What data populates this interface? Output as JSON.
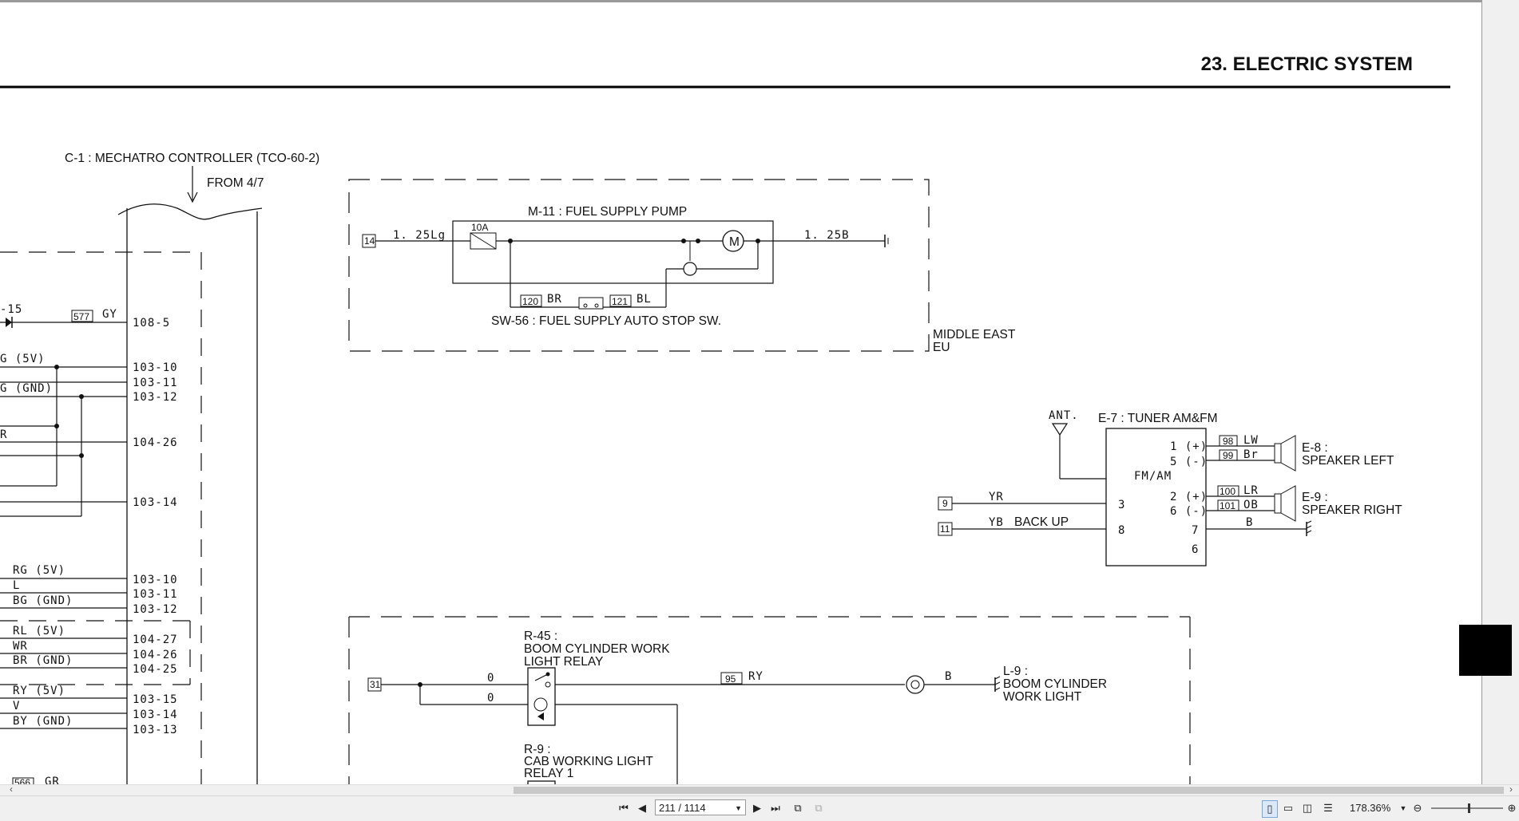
{
  "header": {
    "title": "23. ELECTRIC SYSTEM"
  },
  "diagram": {
    "controller": {
      "title": "C-1 : MECHATRO CONTROLLER (TCO-60-2)",
      "from": "FROM 4/7"
    },
    "left_wires": [
      {
        "code": "-15",
        "mid_box": "577",
        "mid_label": "GY",
        "terminal": "108-5"
      },
      {
        "label": "G (5V)",
        "terminal": "103-10"
      },
      {
        "label": "",
        "terminal": "103-11"
      },
      {
        "label": "G (GND)",
        "terminal": "103-12"
      },
      {
        "label": "R",
        "terminal": "104-26"
      },
      {
        "label": "",
        "terminal": "103-14"
      },
      {
        "label": "RG (5V)",
        "terminal": "103-10"
      },
      {
        "label": "L",
        "terminal": "103-11"
      },
      {
        "label": "BG (GND)",
        "terminal": "103-12"
      },
      {
        "label": "RL (5V)",
        "terminal": "104-27"
      },
      {
        "label": "WR",
        "terminal": "104-26"
      },
      {
        "label": "BR (GND)",
        "terminal": "104-25"
      },
      {
        "label": "RY (5V)",
        "terminal": "103-15"
      },
      {
        "label": "V",
        "terminal": "103-14"
      },
      {
        "label": "BY (GND)",
        "terminal": "103-13"
      },
      {
        "box": "566",
        "label": "GR"
      }
    ],
    "fuel": {
      "pump": "M-11 : FUEL SUPPLY PUMP",
      "in_box": "14",
      "in_wire": "1. 25Lg",
      "fuse": "10A",
      "motor": "M",
      "out_wire": "1. 25B",
      "box_120": "120",
      "label_br": "BR",
      "box_121": "121",
      "label_bl": "BL",
      "switch": "SW-56 : FUEL SUPPLY AUTO STOP SW.",
      "region1": "MIDDLE EAST",
      "region2": "EU"
    },
    "tuner": {
      "ant": "ANT.",
      "title": "E-7 : TUNER AM&FM",
      "fmam": "FM/AM",
      "pin1": "1 (+)",
      "pin5": "5 (-)",
      "pin2": "2 (+)",
      "pin6a": "6 (-)",
      "pin3": "3",
      "pin8": "8",
      "pin7": "7",
      "pin6b": "6",
      "w98": "98",
      "lw": "LW",
      "w99": "99",
      "br": "Br",
      "w100": "100",
      "lr": "LR",
      "w101": "101",
      "ob": "OB",
      "b": "B",
      "in9": "9",
      "yr": "YR",
      "in11": "11",
      "yb": "YB",
      "backup": "BACK UP",
      "spk_left_id": "E-8 :",
      "spk_left": "SPEAKER LEFT",
      "spk_right_id": "E-9 :",
      "spk_right": "SPEAKER RIGHT"
    },
    "boom": {
      "in_box": "31",
      "zero1": "0",
      "zero2": "0",
      "relay_id": "R-45 :",
      "relay_l1": "BOOM CYLINDER WORK",
      "relay_l2": "LIGHT RELAY",
      "w95": "95",
      "ry": "RY",
      "b": "B",
      "lamp_id": "L-9 :",
      "lamp_l1": "BOOM CYLINDER",
      "lamp_l2": "WORK LIGHT",
      "cab_id": "R-9 :",
      "cab_l1": "CAB WORKING LIGHT",
      "cab_l2": "RELAY 1"
    }
  },
  "toolbar": {
    "page_indicator": "211 / 1114",
    "zoom": "178.36%"
  }
}
